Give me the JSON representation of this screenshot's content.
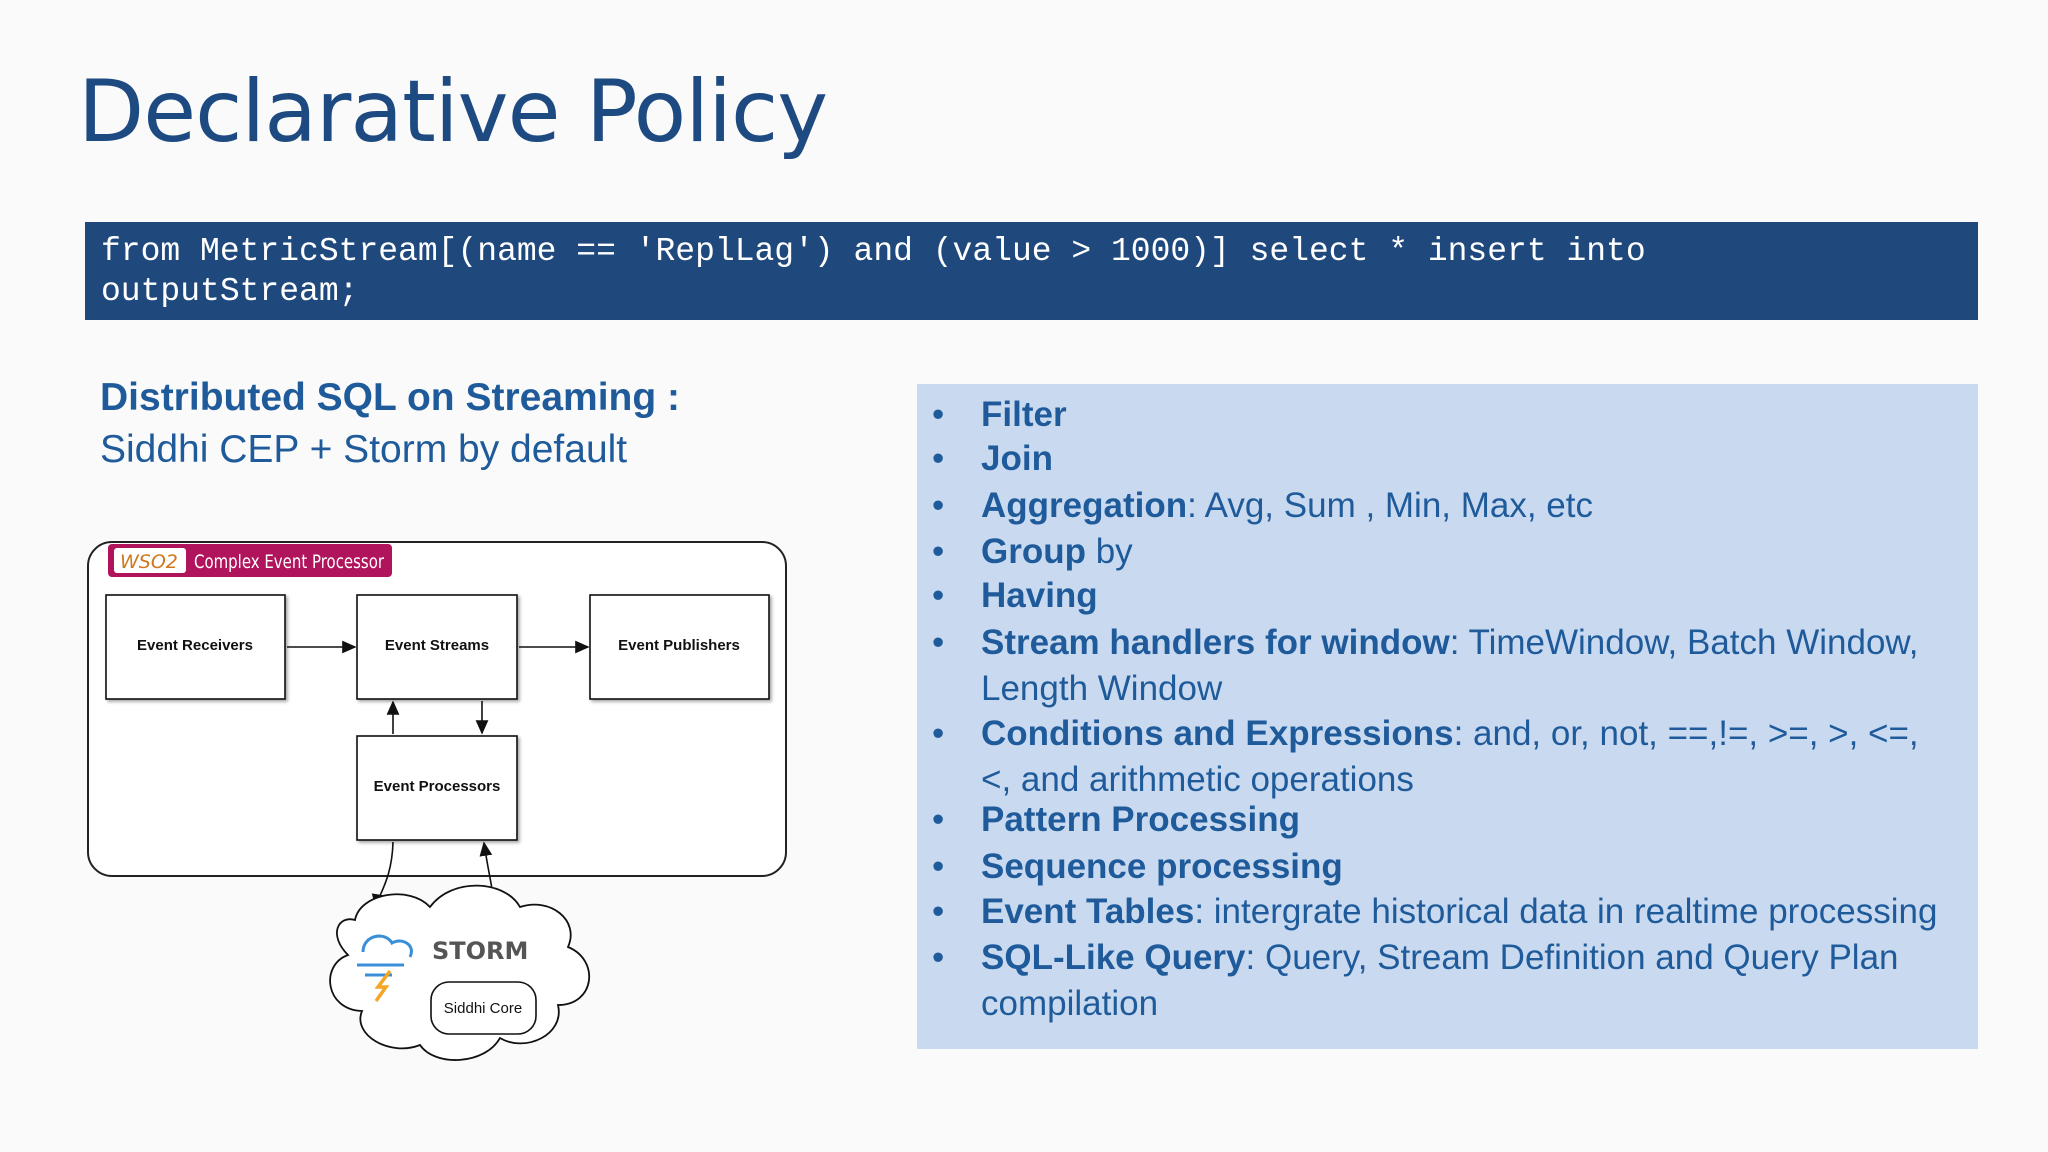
{
  "slide": {
    "title": "Declarative Policy",
    "code": "from MetricStream[(name == 'ReplLag') and (value > 1000)] select * insert into\noutputStream;",
    "subtitle_bold": "Distributed SQL on Streaming :",
    "subtitle": "Siddhi CEP + Storm by default"
  },
  "diagram": {
    "logo_text": "WSO2",
    "header": "Complex Event Processor",
    "boxes": {
      "receivers": "Event Receivers",
      "streams": "Event Streams",
      "publishers": "Event Publishers",
      "processors": "Event Processors"
    },
    "storm": "STORM",
    "siddhi": "Siddhi Core",
    "colors": {
      "header_bg": "#b0145c",
      "storm_blue": "#3a8fd8",
      "storm_orange": "#f5a623"
    }
  },
  "features": [
    {
      "term": "Filter",
      "rest": ""
    },
    {
      "term": "Join",
      "rest": ""
    },
    {
      "term": "Aggregation",
      "rest": ": Avg, Sum , Min, Max, etc"
    },
    {
      "term": "Group",
      "rest": " by"
    },
    {
      "term": "Having",
      "rest": ""
    },
    {
      "term": "Stream handlers for window",
      "rest": ": TimeWindow, Batch Window, Length Window"
    },
    {
      "term": "Conditions and Expressions",
      "rest": ": and, or, not, ==,!=, >=, >, <=, <, and arithmetic operations"
    },
    {
      "term": "Pattern Processing",
      "rest": ""
    },
    {
      "term": "Sequence processing",
      "rest": ""
    },
    {
      "term": "Event Tables",
      "rest": ": intergrate historical data in realtime processing"
    },
    {
      "term": "SQL-Like Query",
      "rest": ": Query, Stream Definition and Query Plan compilation"
    }
  ],
  "bullet_char": "•",
  "colors": {
    "title": "#1e4a82",
    "code_bg": "#1f497d",
    "panel_bg": "#c9daf0",
    "text": "#1f5b9a"
  }
}
